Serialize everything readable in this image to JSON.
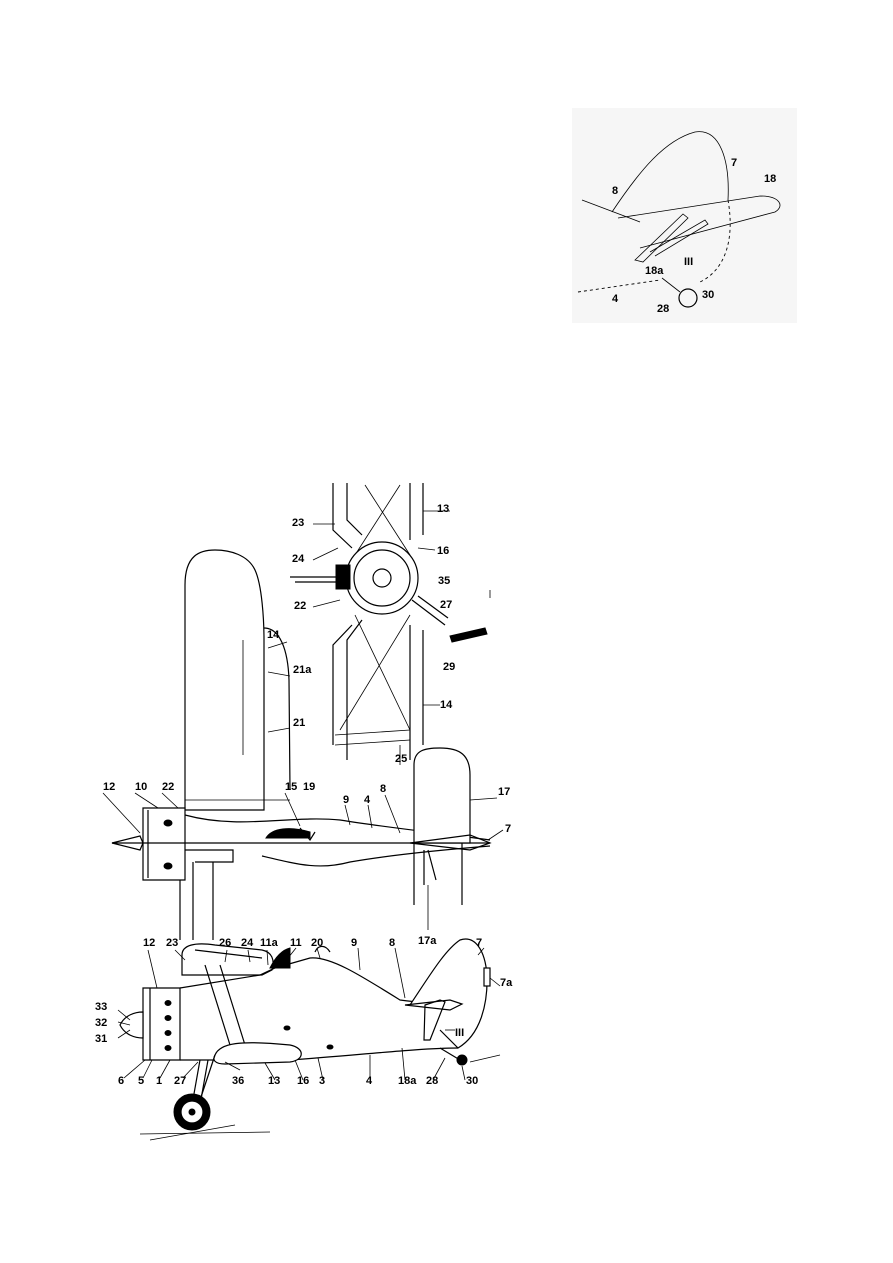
{
  "detail": {
    "labels": [
      "7",
      "8",
      "18",
      "III",
      "18a",
      "30",
      "4",
      "28"
    ]
  },
  "front_view": {
    "labels": [
      "13",
      "23",
      "24",
      "16",
      "35",
      "27",
      "22",
      "29",
      "14"
    ]
  },
  "top_view": {
    "labels": [
      "14",
      "21a",
      "21",
      "12",
      "10",
      "22",
      "15",
      "19",
      "9",
      "4",
      "8",
      "25",
      "17",
      "7",
      "17a"
    ]
  },
  "side_view": {
    "labels": [
      "12",
      "23",
      "26",
      "24",
      "11a",
      "11",
      "20",
      "9",
      "8",
      "7",
      "7a",
      "33",
      "32",
      "31",
      "6",
      "5",
      "1",
      "27",
      "36",
      "13",
      "16",
      "3",
      "4",
      "18a",
      "III",
      "28",
      "30"
    ]
  }
}
